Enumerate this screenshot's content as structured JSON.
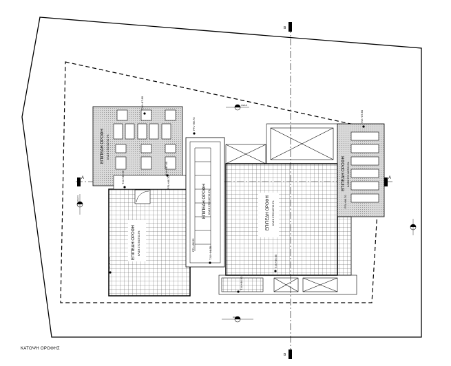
{
  "drawing": {
    "caption": "ΚΑΤΟΨΗ ΟΡΟΦΗΣ",
    "section_marker": "A",
    "section_marker_b": "B",
    "roof_label": "ΕΠΙΠΕΔΗ ΟΡΟΦΗ",
    "roof_sublabel": "ΚΛΙΣΗ ΣΤΟ ΝΟΤΙΟ 2%",
    "levels": {
      "tw_8780": "T.W.+87.80",
      "ffl_8670": "FFL+86.70",
      "tw_8695": "T.W.+86.95",
      "tw_8760": "T.W.+87.60",
      "tw_8550": "T.W.+85.50",
      "ffl_8670b": "FFL+86.70",
      "tw_8675": "T.W.+86.75",
      "tw_8690": "T.W.+86.90",
      "tw_8695b": "T.W.+86.95",
      "ffl_8655": "FFL+86.55",
      "tw_8780b": "T.W.+87.80",
      "ffl_8670c": "FFL+86.70"
    },
    "benchmarks": {
      "top": "ΟΘΑ 8",
      "left": "ΟΘΑ 6",
      "bottom": "ΟΘΑ 4"
    }
  }
}
